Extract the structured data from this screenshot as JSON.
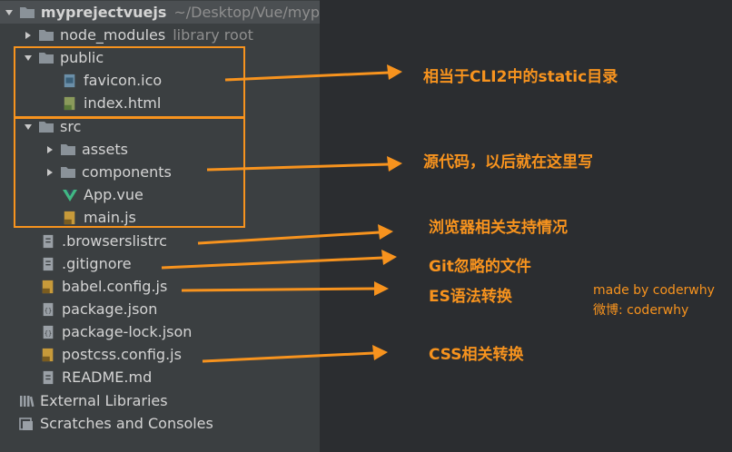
{
  "tree": {
    "project": {
      "name": "myprejectvuejs",
      "path": "~/Desktop/Vue/myp"
    },
    "node_modules": {
      "name": "node_modules",
      "hint": "library root"
    },
    "public": {
      "name": "public",
      "children": [
        "favicon.ico",
        "index.html"
      ]
    },
    "src": {
      "name": "src",
      "children": [
        "assets",
        "components",
        "App.vue",
        "main.js"
      ]
    },
    "root_files": [
      ".browserslistrc",
      ".gitignore",
      "babel.config.js",
      "package.json",
      "package-lock.json",
      "postcss.config.js",
      "README.md"
    ],
    "external_libraries": "External Libraries",
    "scratches": "Scratches and Consoles"
  },
  "annotations": {
    "public": "相当于CLI2中的static目录",
    "src": "源代码，以后就在这里写",
    "browserslistrc": "浏览器相关支持情况",
    "gitignore": "Git忽略的文件",
    "babel": "ES语法转换",
    "postcss": "CSS相关转换"
  },
  "credit": {
    "line1": "made by coderwhy",
    "line2": "微博: coderwhy"
  },
  "colors": {
    "accent": "#f7931e",
    "folder": "#8a9299",
    "vue": "#41b883",
    "js": "#c79a3a"
  }
}
